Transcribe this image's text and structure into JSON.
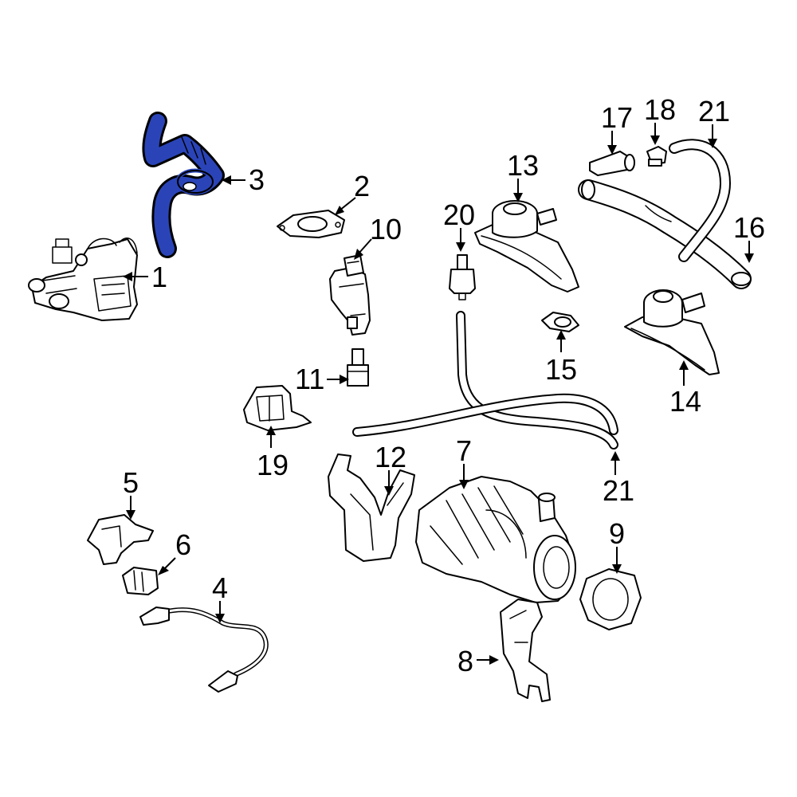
{
  "colors": {
    "highlight": "#2a44b8",
    "line": "#000000",
    "background": "#ffffff"
  },
  "highlighted_part": "3",
  "callouts": [
    {
      "id": "c1",
      "label": "1"
    },
    {
      "id": "c2",
      "label": "2"
    },
    {
      "id": "c3",
      "label": "3"
    },
    {
      "id": "c4",
      "label": "4"
    },
    {
      "id": "c5",
      "label": "5"
    },
    {
      "id": "c6",
      "label": "6"
    },
    {
      "id": "c7",
      "label": "7"
    },
    {
      "id": "c8",
      "label": "8"
    },
    {
      "id": "c9",
      "label": "9"
    },
    {
      "id": "c10",
      "label": "10"
    },
    {
      "id": "c11",
      "label": "11"
    },
    {
      "id": "c12",
      "label": "12"
    },
    {
      "id": "c13",
      "label": "13"
    },
    {
      "id": "c14",
      "label": "14"
    },
    {
      "id": "c15",
      "label": "15"
    },
    {
      "id": "c16",
      "label": "16"
    },
    {
      "id": "c17",
      "label": "17"
    },
    {
      "id": "c18",
      "label": "18"
    },
    {
      "id": "c19",
      "label": "19"
    },
    {
      "id": "c20",
      "label": "20"
    },
    {
      "id": "c21a",
      "label": "21"
    },
    {
      "id": "c21b",
      "label": "21"
    }
  ]
}
